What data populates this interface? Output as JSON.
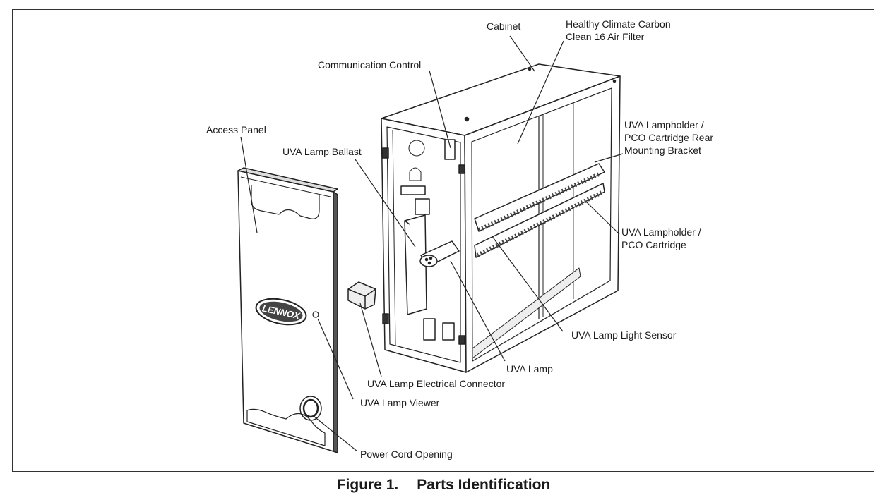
{
  "labels": {
    "cabinet": "Cabinet",
    "air_filter_line1": "Healthy Climate Carbon",
    "air_filter_line2": "Clean 16 Air Filter",
    "communication_control": "Communication Control",
    "access_panel": "Access Panel",
    "uva_lamp_ballast": "UVA Lamp Ballast",
    "rear_bracket_line1": "UVA Lampholder /",
    "rear_bracket_line2": "PCO Cartridge Rear",
    "rear_bracket_line3": "Mounting Bracket",
    "lampholder_line1": "UVA Lampholder /",
    "lampholder_line2": "PCO Cartridge",
    "light_sensor": "UVA Lamp Light Sensor",
    "uva_lamp": "UVA Lamp",
    "electrical_connector": "UVA Lamp Electrical Connector",
    "lamp_viewer": "UVA Lamp Viewer",
    "power_cord_opening": "Power Cord Opening"
  },
  "logo_text": "LENNOX",
  "caption": {
    "figure_number": "Figure 1.",
    "title": "Parts Identification"
  }
}
